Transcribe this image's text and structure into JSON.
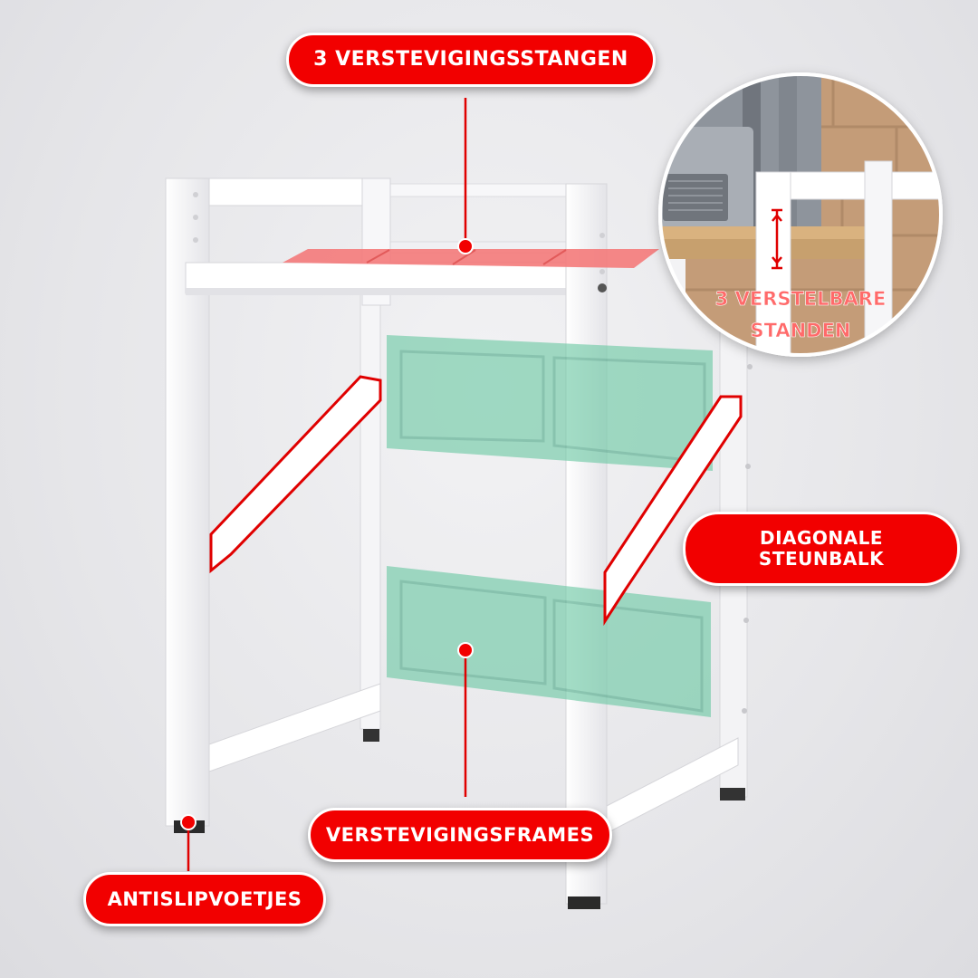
{
  "labels": {
    "stabilizer_bars": "3 VERSTEVIGINGSSTANGEN",
    "diagonal_beam": "DIAGONALE\nSTEUNBALK",
    "reinforcement_frames": "VERSTEVIGINGSFRAMES",
    "anti_slip_feet": "ANTISLIPVOETJES",
    "adjustable_levels": "3 VERSTELBARE",
    "adjustable_levels_line2": "STANDEN"
  },
  "colors": {
    "callout_red": "#f20000",
    "frame_white": "#ffffff",
    "frames_highlight": "#7fd0b0",
    "bars_highlight": "#f47a7a"
  },
  "icons": {
    "pointer_dot": "red-dot-icon",
    "height_arrow": "double-arrow-icon"
  }
}
